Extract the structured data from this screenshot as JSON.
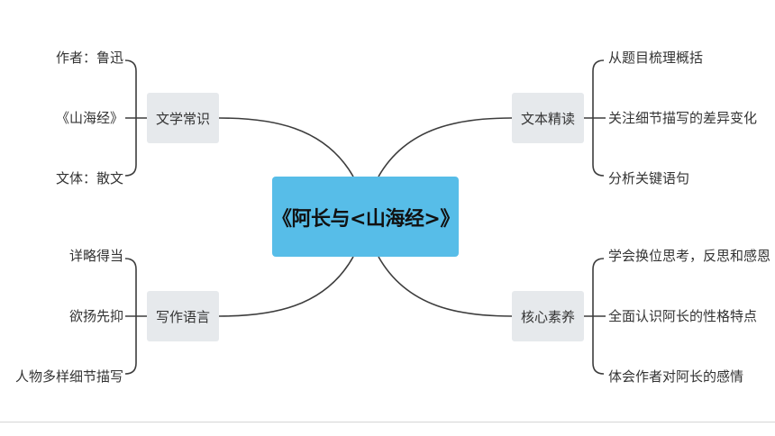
{
  "center": {
    "title": "《阿长与<山海经>》"
  },
  "topics": {
    "literature": {
      "label": "文学常识",
      "leaves": [
        "作者：鲁迅",
        "《山海经》",
        "文体：散文"
      ]
    },
    "reading": {
      "label": "文本精读",
      "leaves": [
        "从题目梳理概括",
        "关注细节描写的差异变化",
        "分析关键语句"
      ]
    },
    "writing": {
      "label": "写作语言",
      "leaves": [
        "详略得当",
        "欲扬先抑",
        "人物多样细节描写"
      ]
    },
    "literacy": {
      "label": "核心素养",
      "leaves": [
        "学会换位思考，反思和感恩",
        "全面认识阿长的性格特点",
        "体会作者对阿长的感情"
      ]
    }
  },
  "colors": {
    "center_fill": "#57bde8",
    "topic_fill": "#e6e9ec",
    "connector": "#3d3d3d"
  }
}
